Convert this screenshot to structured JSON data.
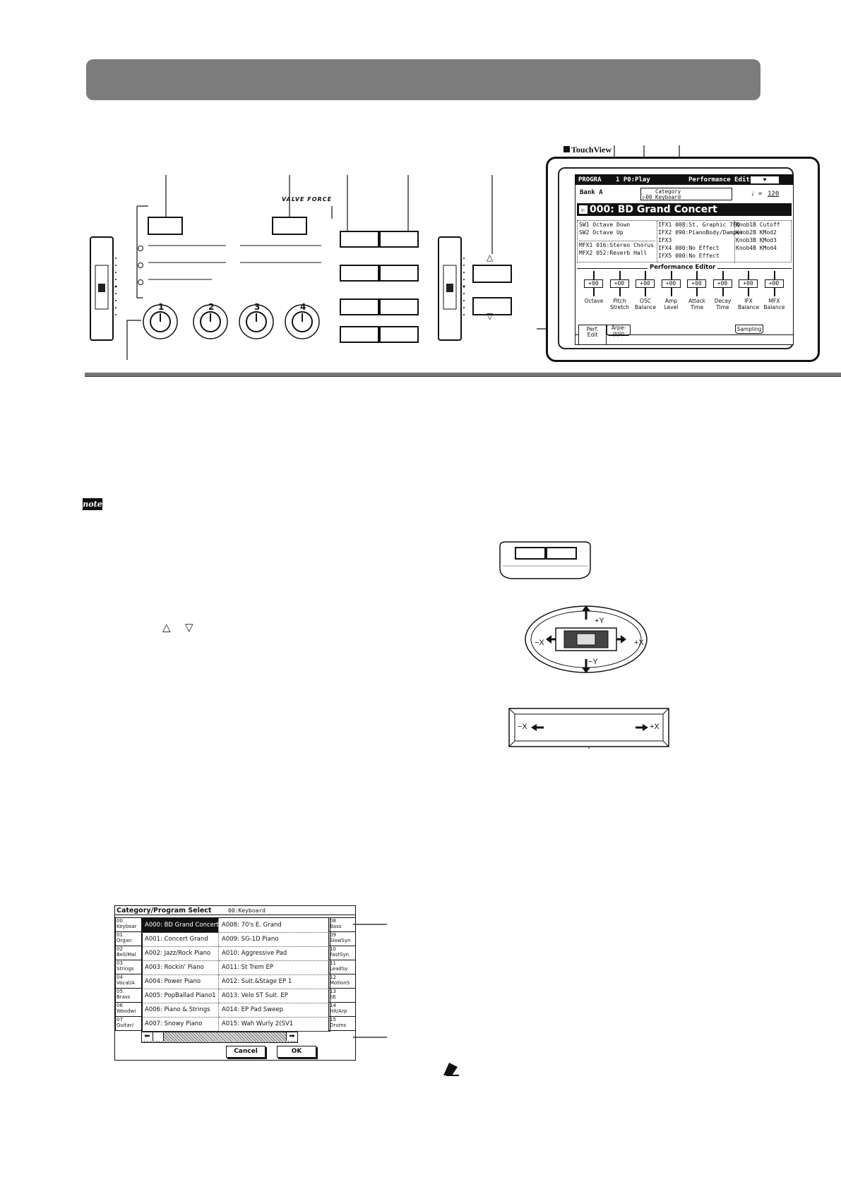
{
  "panel": {
    "brand_label": "VALVE FORCE",
    "knob_labels": [
      "1",
      "2",
      "3",
      "4"
    ],
    "arrow_up": "△",
    "arrow_down": "▽"
  },
  "touchview": {
    "logo": "TouchView",
    "header_mode": "PROGRA",
    "header_page": "1 P0:Play",
    "header_right": "Performance Edit",
    "bank": "Bank A",
    "category_label": "Category",
    "category_value": "00 Keyboard",
    "tempo_symbol": "♩ =",
    "tempo": "120",
    "program": "000: BD Grand Concert",
    "col1": [
      "SW1  Octave Down",
      "SW2  Octave Up",
      "",
      "MFX1 016:Stereo Chorus",
      "MFX2 052:Reverb Hall"
    ],
    "col2": [
      "IFX1 008:St. Graphic 7EQ",
      "IFX2 090:PianoBody/Damper",
      "IFX3",
      "IFX4 000:No Effect",
      "IFX5 000:No Effect"
    ],
    "col3": [
      "Knob1B Cutoff",
      "Knob2B KMod2",
      "Knob3B KMod3",
      "Knob4B KMod4"
    ],
    "perf_editor_title": "Performance Editor",
    "perf_values": [
      "+00",
      "+00",
      "+00",
      "+00",
      "+00",
      "+00",
      "+00",
      "+00"
    ],
    "perf_labels": [
      [
        "Octave",
        ""
      ],
      [
        "Pitch",
        "Stretch"
      ],
      [
        "OSC",
        "Balance"
      ],
      [
        "Amp",
        "Level"
      ],
      [
        "Attack",
        "Time"
      ],
      [
        "Decay",
        "Time"
      ],
      [
        "IFX",
        "Balance"
      ],
      [
        "MFX",
        "Balance"
      ]
    ],
    "tabs": [
      [
        "Perf.",
        "Edit"
      ],
      [
        "Arpe-",
        "ggio"
      ]
    ],
    "tab_sampling": "Sampling"
  },
  "illustrations": {
    "joystick_plus_y": "+Y",
    "joystick_minus_y": "−Y",
    "joystick_minus_x": "−X",
    "joystick_plus_x": "+X",
    "ribbon_minus_x": "−X",
    "ribbon_plus_x": "+X"
  },
  "text_markers": {
    "note": "note",
    "inline_up": "△",
    "inline_down": "▽"
  },
  "category_select": {
    "title": "Category/Program Select",
    "current": "00:Keyboard",
    "left_categories": [
      [
        "00",
        "Keyboar"
      ],
      [
        "01",
        "Organ"
      ],
      [
        "02",
        "Bell/Mal"
      ],
      [
        "03",
        "Strings"
      ],
      [
        "04",
        "Vocal/A"
      ],
      [
        "05",
        "Brass"
      ],
      [
        "06",
        "Woodwi"
      ],
      [
        "07",
        "Guitar/"
      ]
    ],
    "right_categories": [
      [
        "08",
        "Bass"
      ],
      [
        "09",
        "SlowSyn"
      ],
      [
        "10",
        "FastSyn"
      ],
      [
        "11",
        "LeadSy"
      ],
      [
        "12",
        "MotionS"
      ],
      [
        "13",
        "SE"
      ],
      [
        "14",
        "Hit/Arp"
      ],
      [
        "15",
        "Drums"
      ]
    ],
    "programs_left": [
      "A000: BD Grand Concert",
      "A001: Concert Grand",
      "A002: Jazz/Rock Piano",
      "A003: Rockin' Piano",
      "A004: Power Piano",
      "A005: PopBallad Piano1",
      "A006: Piano & Strings",
      "A007: Snowy Piano"
    ],
    "programs_right": [
      "A008: 70's E. Grand",
      "A009: SG-1D Piano",
      "A010: Aggressive Pad",
      "A011: St Trem EP",
      "A012: Suit.&Stage EP 1",
      "A013: Velo ST Suit. EP",
      "A014: EP Pad Sweep",
      "A015: Wah Wurly 2(SV1"
    ],
    "cancel": "Cancel",
    "ok": "OK"
  }
}
